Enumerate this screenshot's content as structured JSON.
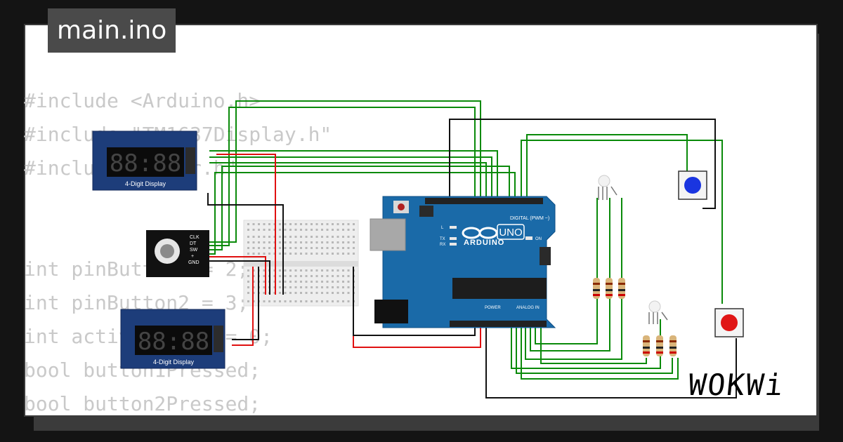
{
  "file_tab": {
    "label": "main.ino"
  },
  "code_lines": [
    "#include <Arduino.h>",
    "#include \"TM1637Display.h\"",
    "#include \"Timer.h\"",
    "",
    "",
    "int pinButton1 = 2;",
    "int pinButton2 = 3;",
    "int activePlayer = 0;",
    "bool button1Pressed;",
    "bool button2Pressed;"
  ],
  "display_top": {
    "digits": "88:88",
    "caption": "4-Digit Display"
  },
  "display_bottom": {
    "digits": "88:88",
    "caption": "4-Digit Display"
  },
  "encoder": {
    "pins": [
      "CLK",
      "DT",
      "SW",
      "+",
      "GND"
    ]
  },
  "arduino": {
    "logo": "ARDUINO",
    "model": "UNO",
    "digital_label": "DIGITAL (PWM ~)",
    "power_label": "POWER",
    "analog_label": "ANALOG IN",
    "on_label": "ON",
    "l_label": "L",
    "tx_label": "TX",
    "rx_label": "RX"
  },
  "colors": {
    "wire_green": "#0a8a0a",
    "wire_red": "#e01010",
    "wire_black": "#111111",
    "board_blue": "#1a6aa8",
    "display_blue": "#1d3d7a",
    "button_blue": "#1a35e0",
    "button_red": "#e01515"
  },
  "brand": {
    "logo_text": "WOKWi"
  }
}
